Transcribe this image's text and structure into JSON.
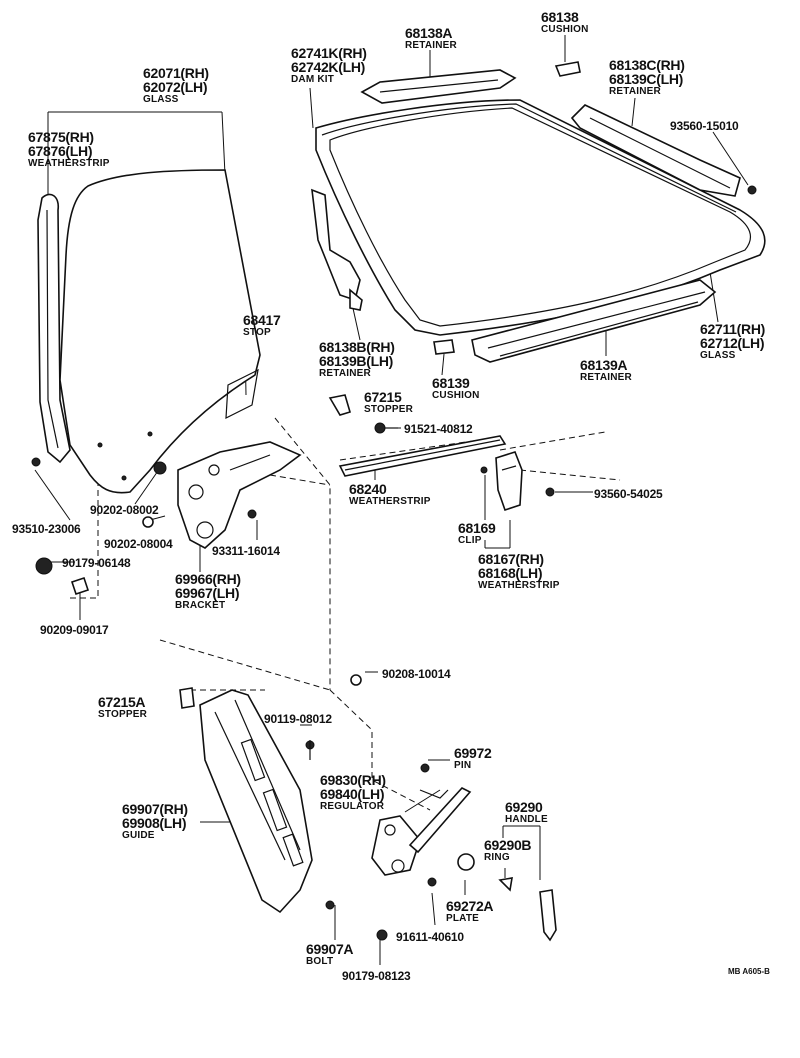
{
  "labels": {
    "glass_front_rh": "62071(RH)",
    "glass_front_lh": "62072(LH)",
    "glass_front_name": "GLASS",
    "ws_front_rh": "67875(RH)",
    "ws_front_lh": "67876(LH)",
    "ws_front_name": "WEATHERSTRIP",
    "dam_rh": "62741K(RH)",
    "dam_lh": "62742K(LH)",
    "dam_name": "DAM KIT",
    "retainer_top": "68138A",
    "retainer_top_name": "RETAINER",
    "cushion_top": "68138",
    "cushion_top_name": "CUSHION",
    "retainer_right_rh": "68138C(RH)",
    "retainer_right_lh": "68139C(LH)",
    "retainer_right_name": "RETAINER",
    "screw_93560_15010": "93560-15010",
    "stop": "68417",
    "stop_name": "STOP",
    "retainer_left_rh": "68138B(RH)",
    "retainer_left_lh": "68139B(LH)",
    "retainer_left_name": "RETAINER",
    "cushion_mid": "68139",
    "cushion_mid_name": "CUSHION",
    "retainer_bottom": "68139A",
    "retainer_bottom_name": "RETAINER",
    "glass_rear_rh": "62711(RH)",
    "glass_rear_lh": "62712(LH)",
    "glass_rear_name": "GLASS",
    "stopper_upper": "67215",
    "stopper_upper_name": "STOPPER",
    "screw_91521_40812": "91521-40812",
    "ws_belt": "68240",
    "ws_belt_name": "WEATHERSTRIP",
    "clip": "68169",
    "clip_name": "CLIP",
    "screw_93560_54025": "93560-54025",
    "ws_rear_rh": "68167(RH)",
    "ws_rear_lh": "68168(LH)",
    "ws_rear_name": "WEATHERSTRIP",
    "washer_90202_08002": "90202-08002",
    "washer_90202_08004": "90202-08004",
    "screw_93510_23006": "93510-23006",
    "screw_93311_16014": "93311-16014",
    "nut_90179_06148": "90179-06148",
    "bracket_rh": "69966(RH)",
    "bracket_lh": "69967(LH)",
    "bracket_name": "BRACKET",
    "nut_90209_09017": "90209-09017",
    "nut_90208_10014": "90208-10014",
    "stopper_lower": "67215A",
    "stopper_lower_name": "STOPPER",
    "bolt_90119_08012": "90119-08012",
    "pin": "69972",
    "pin_name": "PIN",
    "regulator_rh": "69830(RH)",
    "regulator_lh": "69840(LH)",
    "regulator_name": "REGULATOR",
    "handle": "69290",
    "handle_name": "HANDLE",
    "guide_rh": "69907(RH)",
    "guide_lh": "69908(LH)",
    "guide_name": "GUIDE",
    "ring": "69290B",
    "ring_name": "RING",
    "plate": "69272A",
    "plate_name": "PLATE",
    "screw_91611_40610": "91611-40610",
    "bolt_guide": "69907A",
    "bolt_guide_name": "BOLT",
    "nut_90179_08123": "90179-08123",
    "drawing_code": "MB A605-B"
  }
}
